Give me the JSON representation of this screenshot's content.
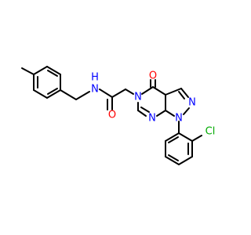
{
  "labels": {
    "amide_n": "N",
    "amide_h": "H",
    "amide_o": "O",
    "ring_n5": "N",
    "keto_o": "O",
    "ring_n1": "N",
    "pyrazole_n2": "N",
    "pyrimidine_n": "N",
    "chloro": "Cl"
  },
  "colors": {
    "bond": "#000000",
    "nitrogen": "#0000ff",
    "oxygen": "#ff0000",
    "chlorine": "#00aa00"
  }
}
